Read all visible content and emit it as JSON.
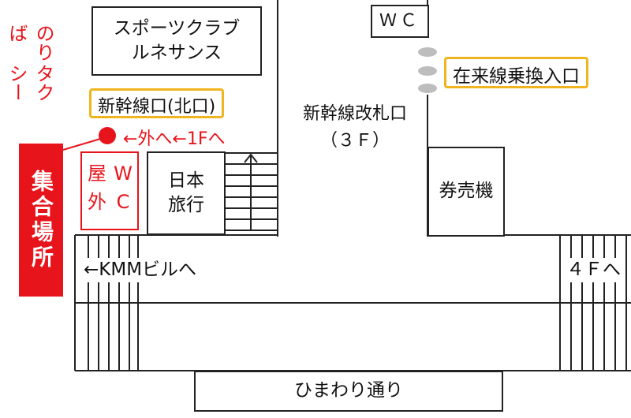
{
  "labels": {
    "sports_club": "スポーツクラブ\nルネサンス",
    "wc_top": "ＷＣ",
    "shinkansen_north": "新幹線口(北口)",
    "zairaisen": "在来線乗換入口",
    "kaisatsu_1": "新幹線改札口",
    "kaisatsu_2": "（３Ｆ）",
    "taxi_col1": "タクシー",
    "taxi_col2": "のりば",
    "meeting_point": "集合場所",
    "outside_arrow": "←外へ←1Fへ",
    "outdoor_wc_left": "屋外",
    "outdoor_wc_right": "WC",
    "nihon_ryoko": "日本\n旅行",
    "ticket_machine": "券売機",
    "kmm": "←KMMビルへ",
    "to_4f": "４Ｆへ",
    "himawari": "ひまわり通り"
  },
  "colors": {
    "accent_red": "#e8141b",
    "highlight_yellow": "#f0b51e",
    "line": "#222222",
    "dot_gray": "#bdbdbd"
  }
}
